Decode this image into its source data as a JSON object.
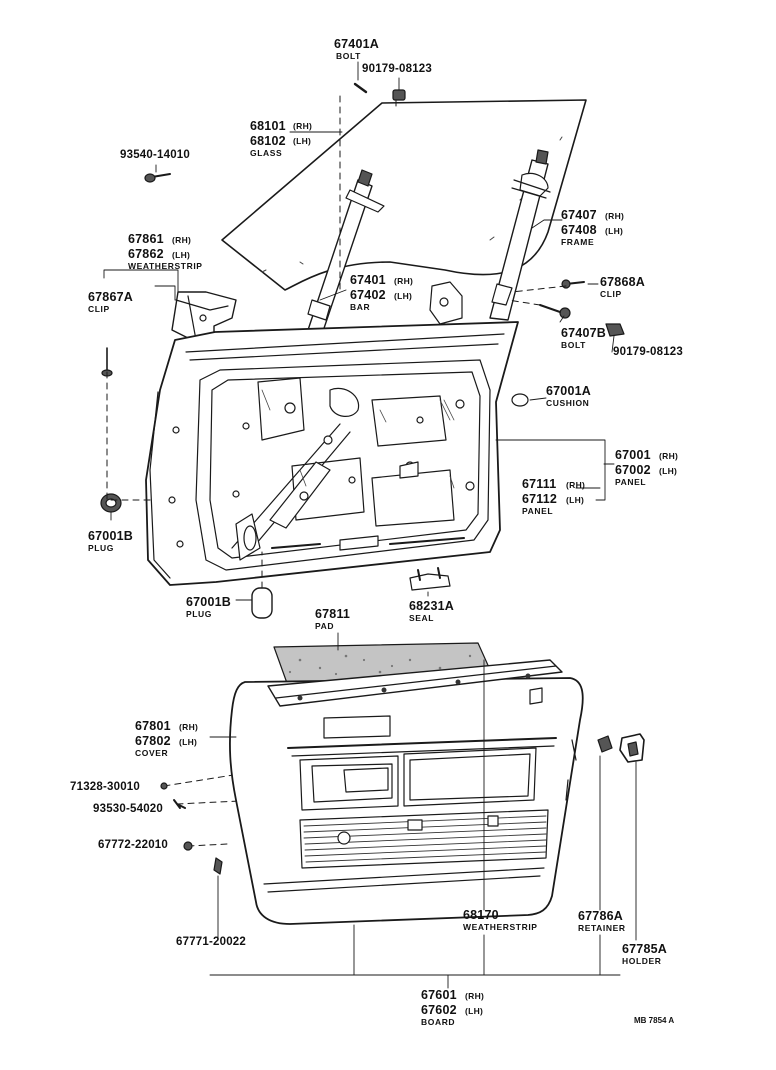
{
  "callouts": {
    "c67401A": {
      "pn": "67401A",
      "name": "BOLT"
    },
    "c90179a": {
      "pn": "90179-08123"
    },
    "c68101": {
      "pn": "68101",
      "side": "(RH)"
    },
    "c68102": {
      "pn": "68102",
      "side": "(LH)",
      "name": "GLASS"
    },
    "c93540": {
      "pn": "93540-14010"
    },
    "c67861": {
      "pn": "67861",
      "side": "(RH)"
    },
    "c67862": {
      "pn": "67862",
      "side": "(LH)",
      "name": "WEATHERSTRIP"
    },
    "c67867A": {
      "pn": "67867A",
      "name": "CLIP"
    },
    "c67407": {
      "pn": "67407",
      "side": "(RH)"
    },
    "c67408": {
      "pn": "67408",
      "side": "(LH)",
      "name": "FRAME"
    },
    "c67401": {
      "pn": "67401",
      "side": "(RH)"
    },
    "c67402": {
      "pn": "67402",
      "side": "(LH)",
      "name": "BAR"
    },
    "c67868A": {
      "pn": "67868A",
      "name": "CLIP"
    },
    "c67407B": {
      "pn": "67407B",
      "name": "BOLT"
    },
    "c90179b": {
      "pn": "90179-08123"
    },
    "c67001A": {
      "pn": "67001A",
      "name": "CUSHION"
    },
    "c67001": {
      "pn": "67001",
      "side": "(RH)"
    },
    "c67002": {
      "pn": "67002",
      "side": "(LH)",
      "name": "PANEL"
    },
    "c67111": {
      "pn": "67111",
      "side": "(RH)"
    },
    "c67112": {
      "pn": "67112",
      "side": "(LH)",
      "name": "PANEL"
    },
    "c67001Ba": {
      "pn": "67001B",
      "name": "PLUG"
    },
    "c67001Bb": {
      "pn": "67001B",
      "name": "PLUG"
    },
    "c68231A": {
      "pn": "68231A",
      "name": "SEAL"
    },
    "c67811": {
      "pn": "67811",
      "name": "PAD"
    },
    "c67801": {
      "pn": "67801",
      "side": "(RH)"
    },
    "c67802": {
      "pn": "67802",
      "side": "(LH)",
      "name": "COVER"
    },
    "c71328": {
      "pn": "71328-30010"
    },
    "c93530": {
      "pn": "93530-54020"
    },
    "c67772": {
      "pn": "67772-22010"
    },
    "c67771": {
      "pn": "67771-20022"
    },
    "c68170": {
      "pn": "68170",
      "name": "WEATHERSTRIP"
    },
    "c67786A": {
      "pn": "67786A",
      "name": "RETAINER"
    },
    "c67785A": {
      "pn": "67785A",
      "name": "HOLDER"
    },
    "c67601": {
      "pn": "67601",
      "side": "(RH)"
    },
    "c67602": {
      "pn": "67602",
      "side": "(LH)",
      "name": "BOARD"
    }
  },
  "reference_code": "MB 7854 A",
  "colors": {
    "line": "#1a1a1a",
    "fill": "#ffffff",
    "shade": "#9a9a9a",
    "pad": "#b8b8b8"
  }
}
